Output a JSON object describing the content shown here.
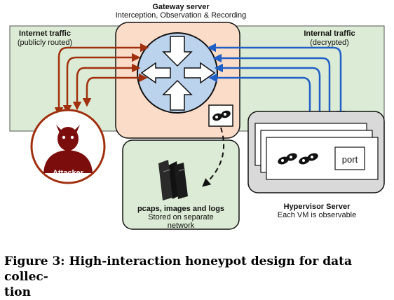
{
  "gateway": {
    "title": "Gateway server",
    "subtitle": "Interception, Observation & Recording"
  },
  "internet_traffic": {
    "title": "Internet traffic",
    "subtitle": "(publicly routed)"
  },
  "internal_traffic": {
    "title": "Internal traffic",
    "subtitle": "(decrypted)"
  },
  "attacker": {
    "label": "Attacker"
  },
  "storage": {
    "title": "pcaps, images and logs",
    "line1": "Stored on separate",
    "line2": "network"
  },
  "hypervisor": {
    "title": "Hypervisor Server",
    "subtitle": "Each VM is observable",
    "port_label": "port"
  },
  "caption": {
    "line1": "Figure 3: High-interaction honeypot design for data collec-",
    "line2": "tion"
  },
  "colors": {
    "internet_arrows": "#a0300e",
    "internal_arrows": "#1f5fc6",
    "green_region": "#dcebd5",
    "gateway_fill": "#fbdcc8",
    "router_fill": "#bcd3ee",
    "storage_fill": "#dcebd5",
    "hypervisor_fill": "#d9d9d9",
    "attacker_fill": "#7b0d0d"
  }
}
